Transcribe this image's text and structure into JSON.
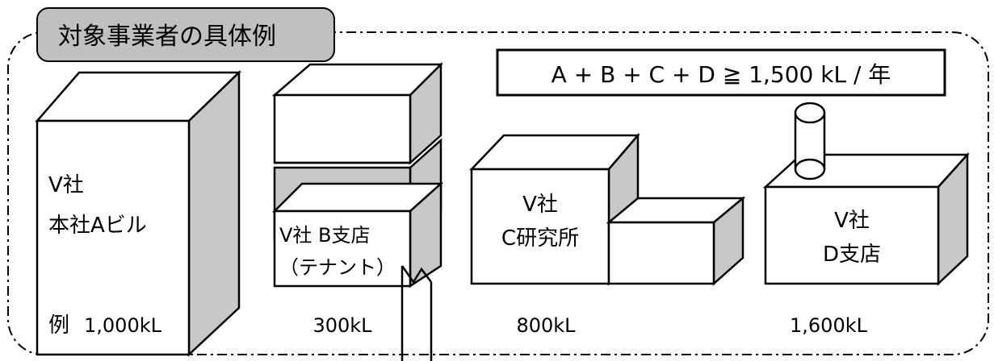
{
  "header": {
    "title": "対象事業者の具体例"
  },
  "formula": "A + B + C + D ≧ 1,500 kL / 年",
  "buildings": {
    "a": {
      "line1": "V社",
      "line2": "本社Aビル",
      "amount": "1,000kL",
      "example_prefix": "例"
    },
    "b": {
      "line1": "V社 B支店",
      "line2": "（テナント）",
      "amount": "300kL"
    },
    "c": {
      "line1": "V社",
      "line2": "C研究所",
      "amount": "800kL"
    },
    "d": {
      "line1": "V社",
      "line2": "D支店",
      "amount": "1,600kL"
    }
  },
  "colors": {
    "fill": "#ffffff",
    "side": "#c8c8c8",
    "stroke": "#000000",
    "tab": "#c0c0c0"
  }
}
